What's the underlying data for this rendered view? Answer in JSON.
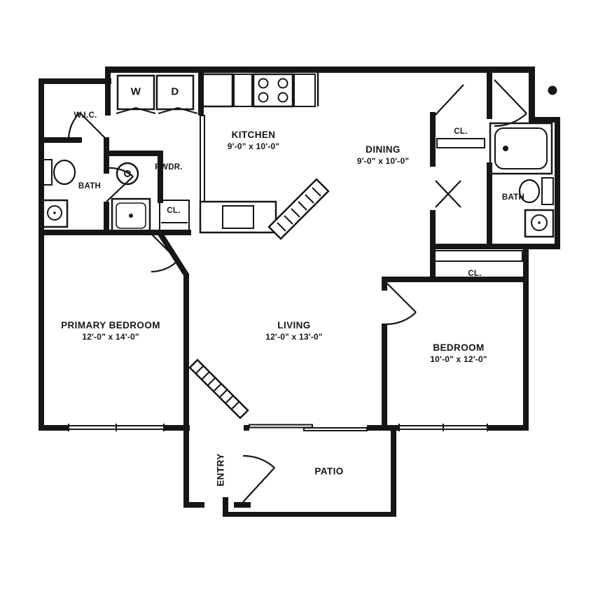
{
  "plan": {
    "title": "apartment-floor-plan",
    "colors": {
      "wall": "#161616",
      "background": "#ffffff"
    },
    "rooms": {
      "kitchen": {
        "label": "KITCHEN",
        "dims": "9'-0\" x 10'-0\""
      },
      "dining": {
        "label": "DINING",
        "dims": "9'-0\" x 10'-0\""
      },
      "living": {
        "label": "LIVING",
        "dims": "12'-0\" x 13'-0\""
      },
      "primary_bedroom": {
        "label": "PRIMARY BEDROOM",
        "dims": "12'-0\" x 14'-0\""
      },
      "bedroom": {
        "label": "BEDROOM",
        "dims": "10'-0\" x 12'-0\""
      },
      "bath_left": {
        "label": "BATH"
      },
      "bath_right": {
        "label": "BATH"
      },
      "powder": {
        "label": "PWDR."
      },
      "walk_in_closet": {
        "label": "W.I.C."
      },
      "patio": {
        "label": "PATIO"
      },
      "entry": {
        "label": "ENTRY"
      },
      "closet_hall": {
        "label": "CL."
      },
      "closet_top_right": {
        "label": "CL."
      },
      "closet_bedroom": {
        "label": "CL."
      }
    },
    "appliances": {
      "washer": "W",
      "dryer": "D"
    }
  }
}
